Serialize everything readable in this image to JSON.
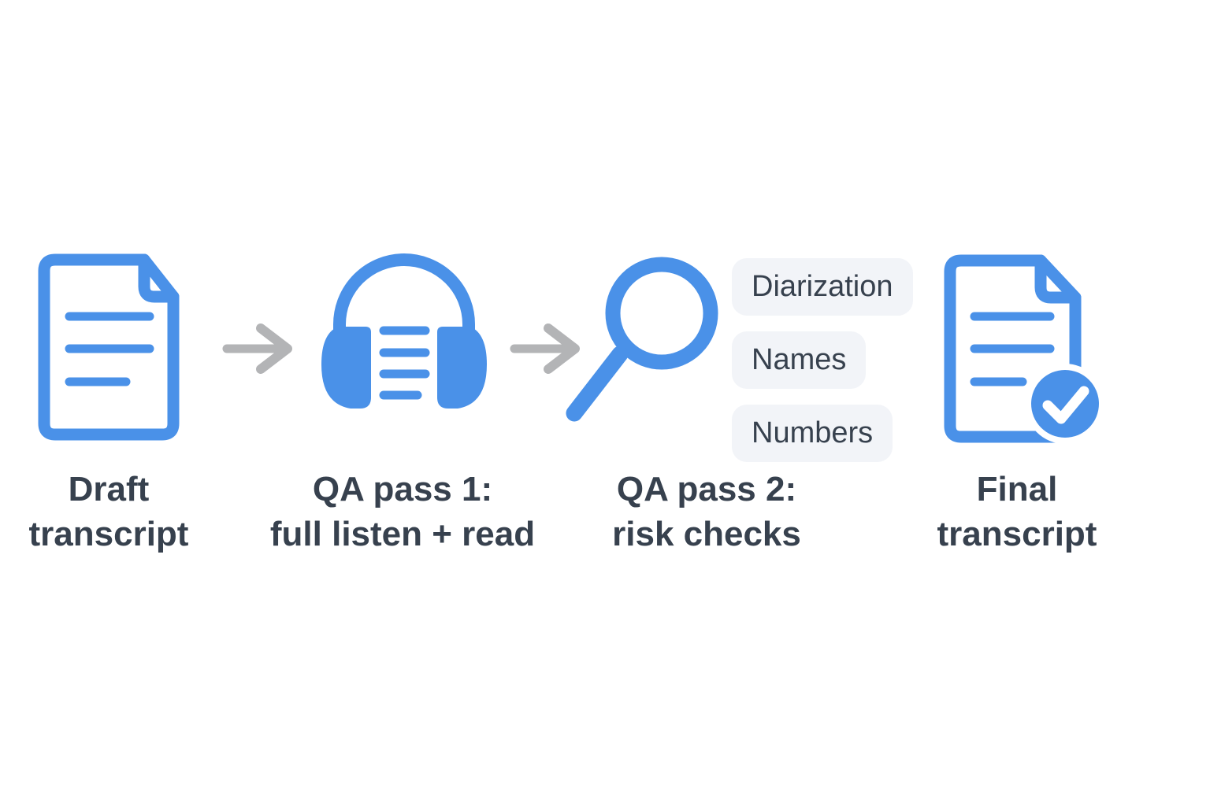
{
  "diagram": {
    "stages": [
      {
        "id": "draft-transcript",
        "icon": "document-icon",
        "label_line1": "Draft",
        "label_line2": "transcript"
      },
      {
        "id": "qa-pass-1",
        "icon": "headphones-icon",
        "label_line1": "QA pass 1:",
        "label_line2": "full listen + read"
      },
      {
        "id": "qa-pass-2",
        "icon": "magnifier-icon",
        "label_line1": "QA pass 2:",
        "label_line2": "risk checks",
        "tags": [
          "Diarization",
          "Names",
          "Numbers"
        ]
      },
      {
        "id": "final-transcript",
        "icon": "document-check-icon",
        "label_line1": "Final",
        "label_line2": "transcript"
      }
    ],
    "arrow_count": 2,
    "colors": {
      "accent_blue": "#4a91e8",
      "arrow_gray": "#b3b4b6",
      "label_text": "#37414e",
      "tag_background": "#f2f4f8",
      "background": "#ffffff"
    }
  }
}
